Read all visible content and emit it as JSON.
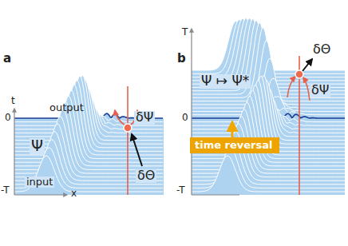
{
  "diagram": {
    "nodes": [
      {
        "text": [
          "time reversal"
        ]
      }
    ],
    "labels": [
      "a",
      "t",
      "0",
      "-T",
      "x",
      "output",
      "input",
      "Ψ",
      "δΨ",
      "δΘ",
      "b",
      "T",
      "0",
      "-T",
      "Ψ ↦ Ψ*",
      "δΘ",
      "δΨ"
    ]
  }
}
